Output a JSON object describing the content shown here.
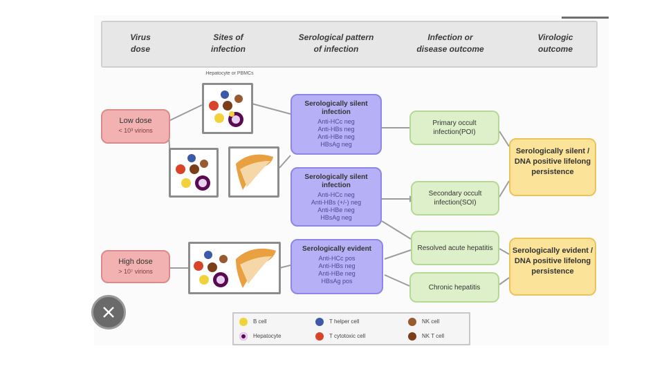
{
  "header": {
    "columns": [
      "Virus\ndose",
      "Sites of\ninfection",
      "Serological pattern\nof infection",
      "Infection or\ndisease outcome",
      "Virologic\noutcome"
    ]
  },
  "caption": "Hepatocyte or PBMCs",
  "doses": [
    {
      "label": "Low dose",
      "sub": "< 10³ virions"
    },
    {
      "label": "High dose",
      "sub": "> 10⁷ virions"
    }
  ],
  "serology": [
    {
      "title": "Serologically silent infection",
      "lines": [
        "Anti-HCc neg",
        "Anti-HBs neg",
        "Anti-HBe neg",
        "HBsAg neg"
      ]
    },
    {
      "title": "Serologically silent infection",
      "lines": [
        "Anti-HCc neg",
        "Anti-HBs (+/-) neg",
        "Anti-HBe neg",
        "HBsAg neg"
      ]
    },
    {
      "title": "Serologically evident",
      "lines": [
        "Anti-HCc pos",
        "Anti-HBs neg",
        "Anti-HBe neg",
        "HBsAg pos"
      ]
    }
  ],
  "outcomes": [
    "Primary occult infection(POI)",
    "Secondary occult infection(SOI)",
    "Resolved acute hepatitis",
    "Chronic hepatitis"
  ],
  "virologic": [
    "Serologically silent / DNA positive lifelong persistence",
    "Serologically evident / DNA positive lifelong persistence"
  ],
  "legend": [
    "B cell",
    "Hepatocyte",
    "T helper cell",
    "T cytotoxic cell",
    "NK cell",
    "NK T cell"
  ],
  "colors": {
    "b_cell": "#f2d23c",
    "hepatocyte": "#5a0a4e",
    "t_helper": "#3d5aa8",
    "t_cytotoxic": "#d8442a",
    "nk": "#9a5a30",
    "nkt": "#7a3e18"
  }
}
